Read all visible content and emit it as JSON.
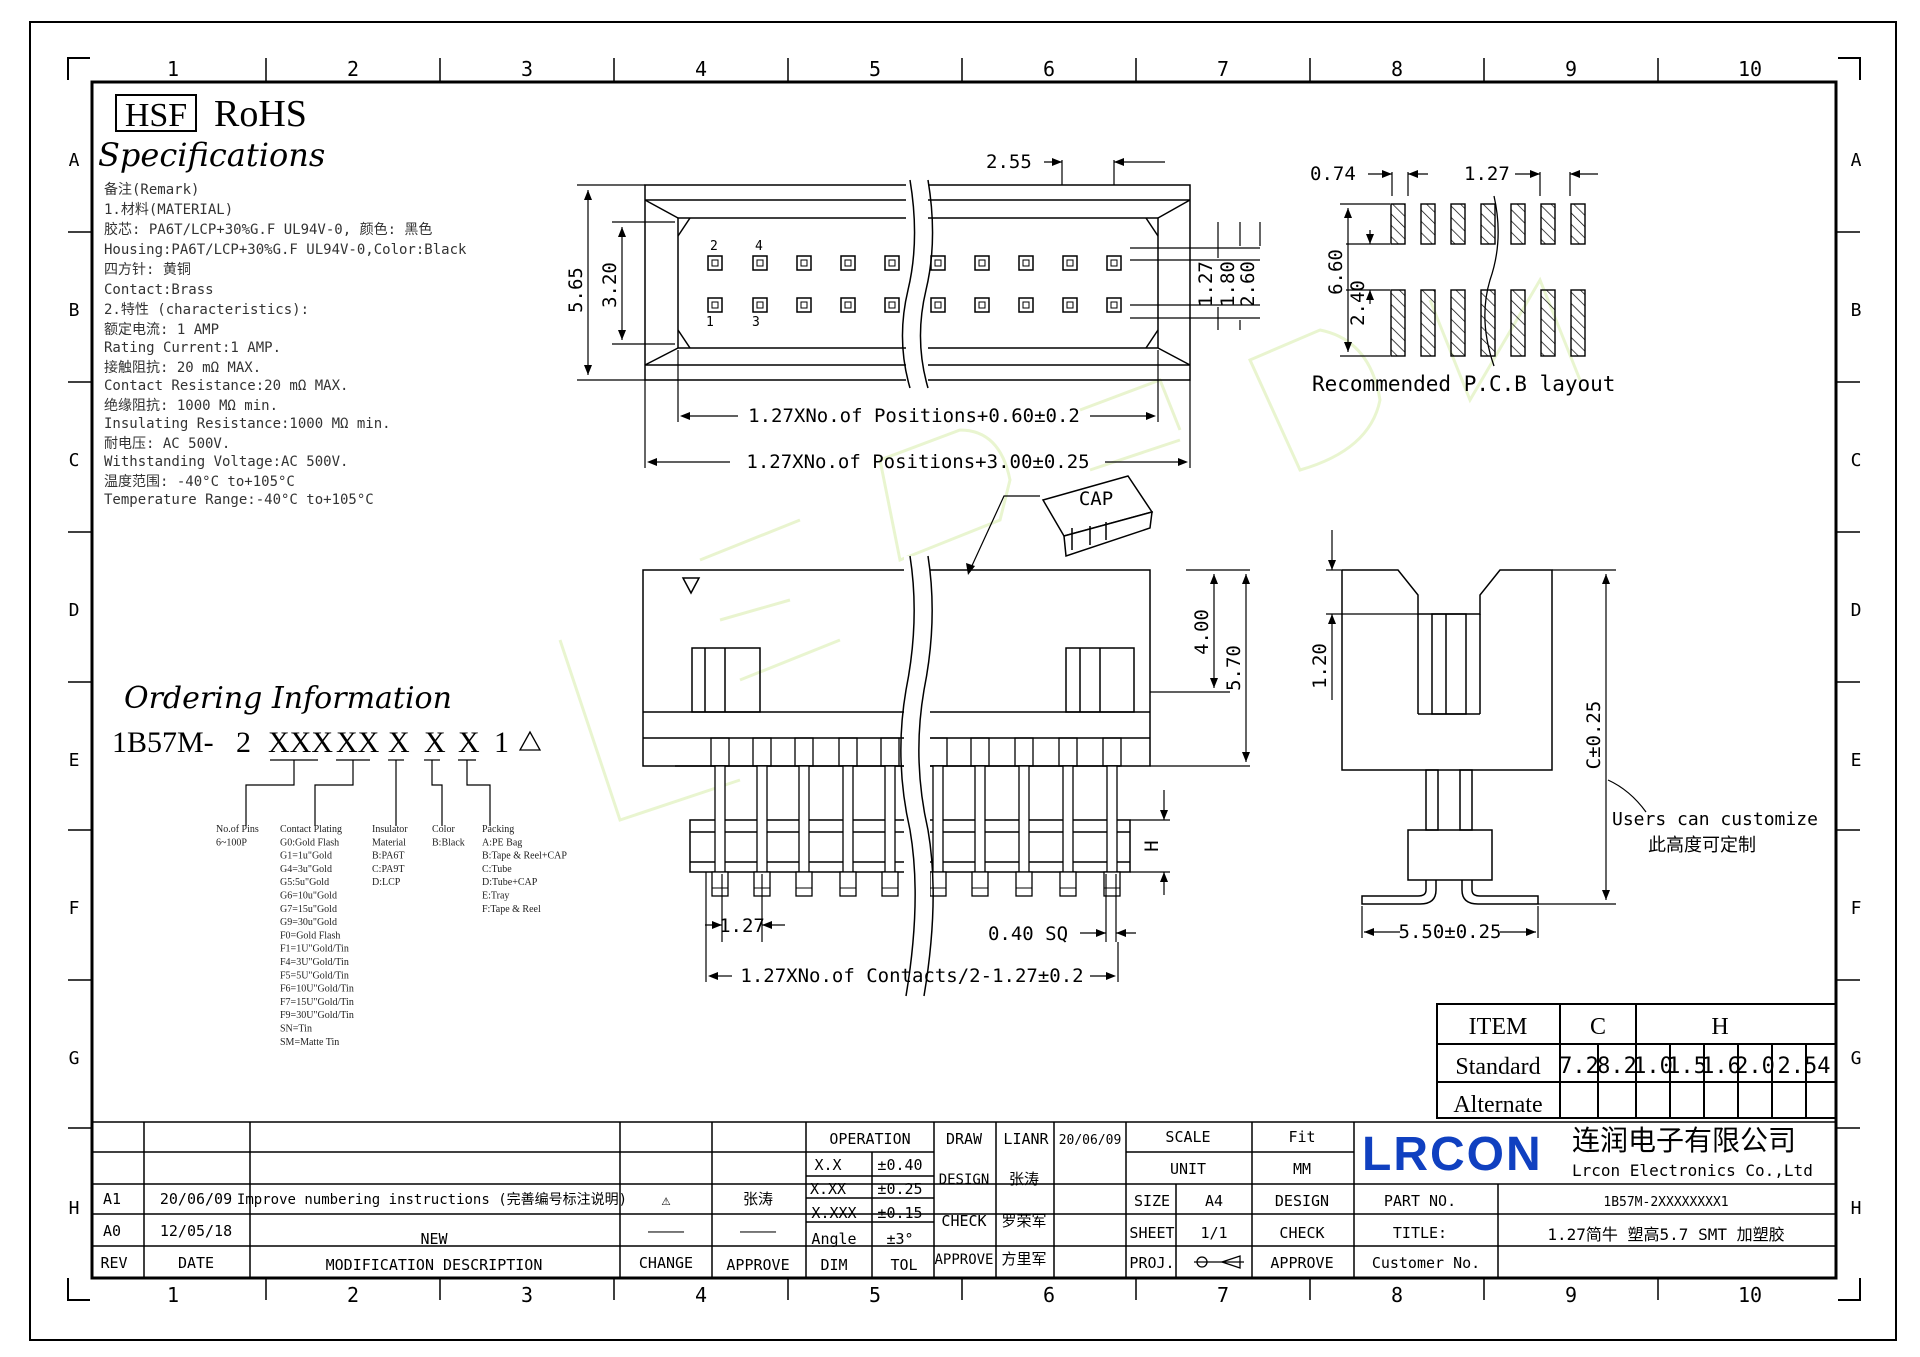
{
  "grid": {
    "cols": [
      "1",
      "2",
      "3",
      "4",
      "5",
      "6",
      "7",
      "8",
      "9",
      "10"
    ],
    "rows": [
      "A",
      "B",
      "C",
      "D",
      "E",
      "F",
      "G",
      "H"
    ]
  },
  "header": {
    "hsf": "HSF",
    "rohs": "RoHS",
    "spec_title": "Specifications"
  },
  "remarks": [
    "备注(Remark)",
    "1.材料(MATERIAL)",
    "胶芯: PA6T/LCP+30%G.F UL94V-0, 颜色: 黑色",
    "Housing:PA6T/LCP+30%G.F UL94V-0,Color:Black",
    "四方针: 黄铜",
    "Contact:Brass",
    "2.特性 (characteristics):",
    "额定电流: 1 AMP",
    "Rating Current:1 AMP.",
    "接触阻抗: 20 mΩ MAX.",
    "Contact Resistance:20 mΩ MAX.",
    "绝缘阻抗: 1000 MΩ min.",
    "Insulating Resistance:1000 MΩ  min.",
    "耐电压: AC 500V.",
    "Withstanding Voltage:AC 500V.",
    "温度范围: -40°C to+105°C",
    "Temperature Range:-40°C to+105°C"
  ],
  "ordering": {
    "title": "Ordering Information",
    "code_parts": [
      "1B57M-",
      "2",
      "XXX",
      "XX",
      "X",
      "X",
      "X",
      "1"
    ],
    "labels": {
      "pins": [
        "No.of Pins",
        "6~100P"
      ],
      "plating": [
        "Contact Plating",
        "G0:Gold Flash",
        "G1=1u\"Gold",
        "G4=3u\"Gold",
        "G5:5u\"Gold",
        "G6=10u\"Gold",
        "G7=15u\"Gold",
        "G9=30u\"Gold",
        "F0=Gold Flash",
        "F1=1U\"Gold/Tin",
        "F4=3U\"Gold/Tin",
        "F5=5U\"Gold/Tin",
        "F6=10U\"Gold/Tin",
        "F7=15U\"Gold/Tin",
        "F9=30U\"Gold/Tin",
        "SN=Tin",
        "SM=Matte Tin"
      ],
      "insulator": [
        "Insulator",
        "Material",
        "B:PA6T",
        "C:PA9T",
        "D:LCP"
      ],
      "color": [
        "Color",
        "B:Black"
      ],
      "packing": [
        "Packing",
        "A:PE Bag",
        "B:Tape & Reel+CAP",
        "C:Tube",
        "D:Tube+CAP",
        "E:Tray",
        "F:Tape & Reel"
      ]
    }
  },
  "top_view": {
    "dim_255": "2.55",
    "dim_565": "5.65",
    "dim_320": "3.20",
    "dim_127": "1.27",
    "dim_180": "1.80",
    "dim_260": "2.60",
    "pin2": "2",
    "pin4": "4",
    "pin1": "1",
    "pin3": "3",
    "dim_inner": "1.27XNo.of Positions+0.60±0.2",
    "dim_outer": "1.27XNo.of Positions+3.00±0.25"
  },
  "pcb": {
    "dim_074": "0.74",
    "dim_127": "1.27",
    "dim_660": "6.60",
    "dim_240": "2.40",
    "caption": "Recommended P.C.B layout"
  },
  "front_view": {
    "cap": "CAP",
    "dim_400": "4.00",
    "dim_570": "5.70",
    "dim_h": "H",
    "dim_127": "1.27",
    "dim_sq": "0.40 SQ",
    "dim_bottom": "1.27XNo.of Contacts/2-1.27±0.2"
  },
  "side_view": {
    "dim_120": "1.20",
    "dim_c": "C±0.25",
    "dim_550": "5.50±0.25",
    "note_en": "Users can customize",
    "note_cn": "此高度可定制"
  },
  "item_table": {
    "item": "ITEM",
    "c": "C",
    "h": "H",
    "standard": "Standard",
    "alternate": "Alternate",
    "values": [
      "7.2",
      "8.2",
      "1.0",
      "1.5",
      "1.6",
      "2.0",
      "2.54"
    ]
  },
  "title_block": {
    "revs": [
      {
        "rev": "A1",
        "date": "20/06/09",
        "desc": "Improve numbering instructions (完善编号标注说明)",
        "change": "⚠",
        "approve": "张涛"
      },
      {
        "rev": "A0",
        "date": "12/05/18",
        "desc": "NEW",
        "change": "————",
        "approve": "————"
      }
    ],
    "hdr": {
      "rev": "REV",
      "date": "DATE",
      "desc": "MODIFICATION DESCRIPTION",
      "change": "CHANGE",
      "approve": "APPROVE"
    },
    "operation": "OPERATION",
    "tol": [
      [
        "X.X",
        "±0.40"
      ],
      [
        "X.XX",
        "±0.25"
      ],
      [
        "X.XXX",
        "±0.15"
      ],
      [
        "Angle",
        "±3°"
      ]
    ],
    "dim": "DIM",
    "tol_lbl": "TOL",
    "draw": "DRAW",
    "draw_name": "LIANR",
    "draw_date": "20/06/09",
    "design": "DESIGN",
    "design_name": "张涛",
    "check": "CHECK",
    "check_name": "罗荣军",
    "approve": "APPROVE",
    "approve_name": "方里军",
    "scale": "SCALE",
    "fit": "Fit",
    "unit": "UNIT",
    "mm": "MM",
    "size": "SIZE",
    "a4": "A4",
    "design2": "DESIGN",
    "sheet": "SHEET",
    "sheet_val": "1/1",
    "check2": "CHECK",
    "proj": "PROJ.",
    "approve2": "APPROVE",
    "logo": "LRCON",
    "company_cn": "连润电子有限公司",
    "company_en": "Lrcon Electronics Co.,Ltd",
    "part_no": "PART NO.",
    "part_val": "1B57M-2XXXXXXXX1",
    "title_lbl": "TITLE:",
    "title_val": "1.27简牛 塑高5.7 SMT  加塑胶",
    "customer": "Customer No."
  }
}
